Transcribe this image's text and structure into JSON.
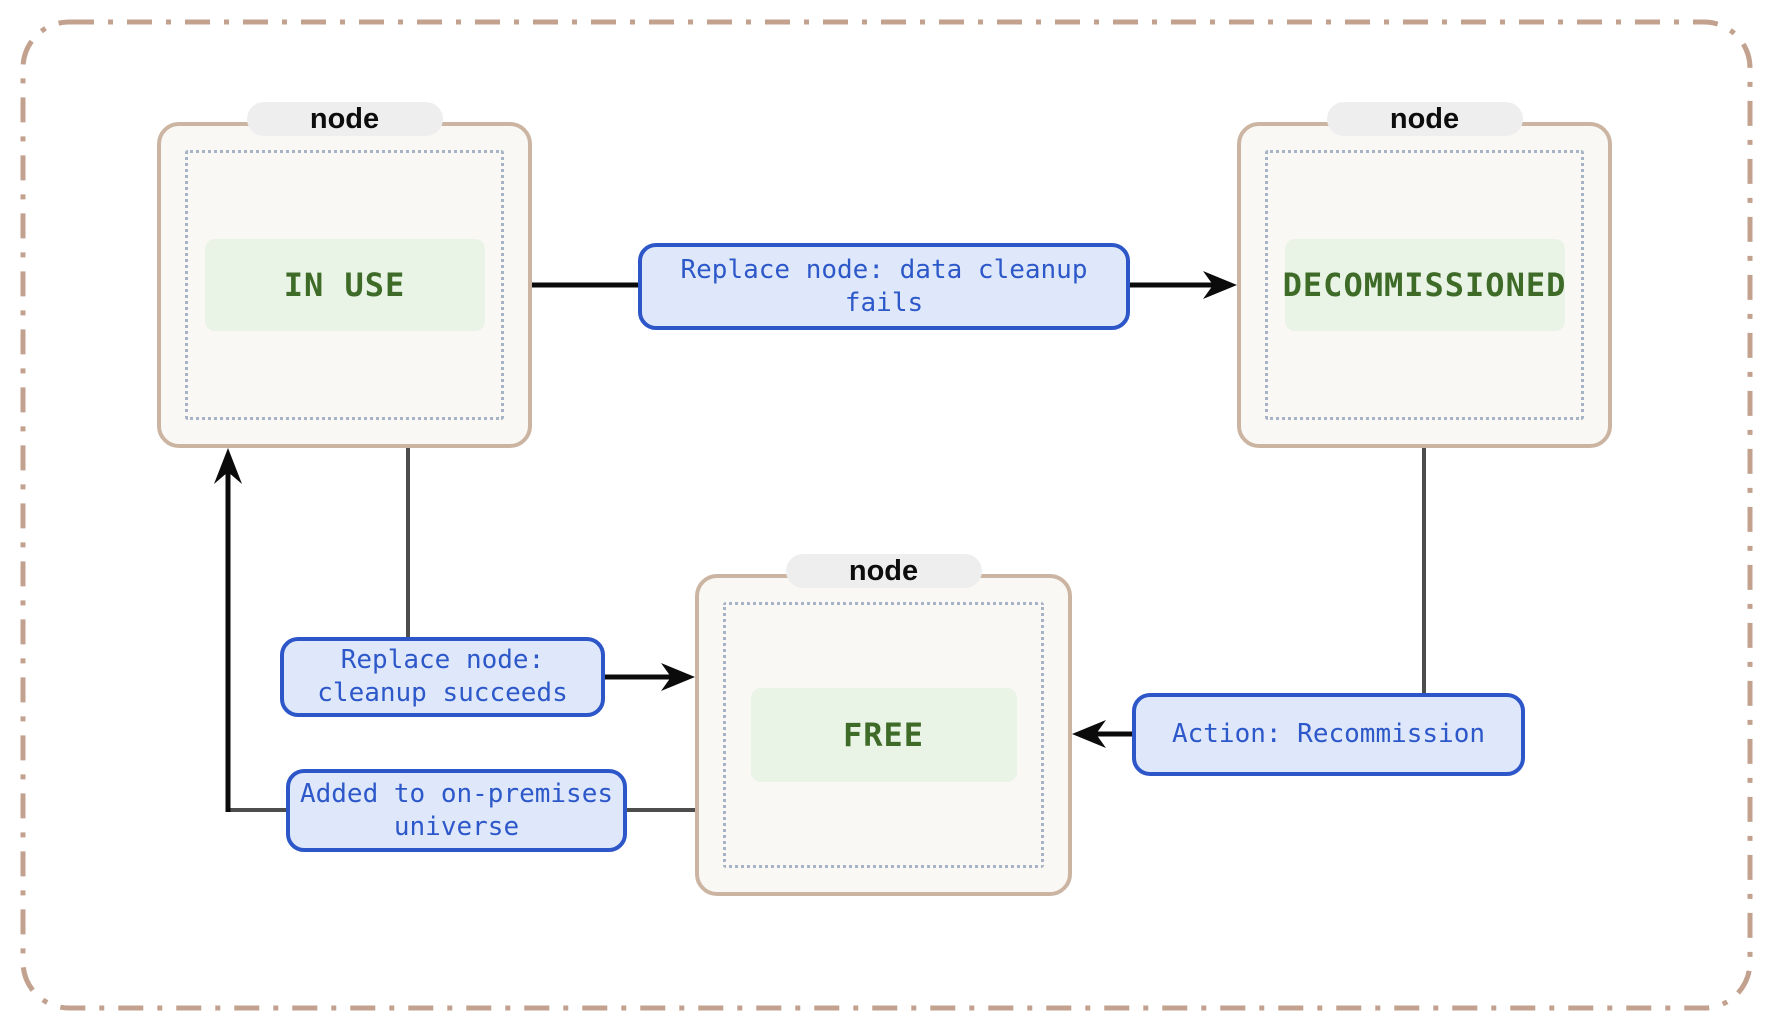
{
  "diagram": {
    "type": "state-diagram",
    "background": "#ffffff"
  },
  "nodes": [
    {
      "tab": "node",
      "state": "IN USE"
    },
    {
      "tab": "node",
      "state": "DECOMMISSIONED"
    },
    {
      "tab": "node",
      "state": "FREE"
    }
  ],
  "edges": [
    {
      "label": "Replace node: data cleanup\nfails",
      "from": "IN USE",
      "to": "DECOMMISSIONED"
    },
    {
      "label": "Replace node:\ncleanup succeeds",
      "from": "IN USE",
      "to": "FREE"
    },
    {
      "label": "Added to on-premises\nuniverse",
      "from": "FREE",
      "to": "IN USE"
    },
    {
      "label": "Action: Recommission",
      "from": "DECOMMISSIONED",
      "to": "FREE"
    }
  ],
  "colors": {
    "outer_dash_border": "#c2a28f",
    "node_border": "#cbb5a2",
    "node_background": "#faf8f5",
    "inner_dotted_border": "#a6b4c6",
    "state_background": "#e9f3e6",
    "state_text": "#3e6c28",
    "tab_background": "#eeeeee",
    "tab_text": "#0d0d0d",
    "edge_label_background": "#dfe8fa",
    "edge_label_border": "#2d56c8",
    "edge_label_text": "#2d58c9",
    "arrow_line": "#0b0b0b",
    "plain_line": "#4d4d4d"
  }
}
